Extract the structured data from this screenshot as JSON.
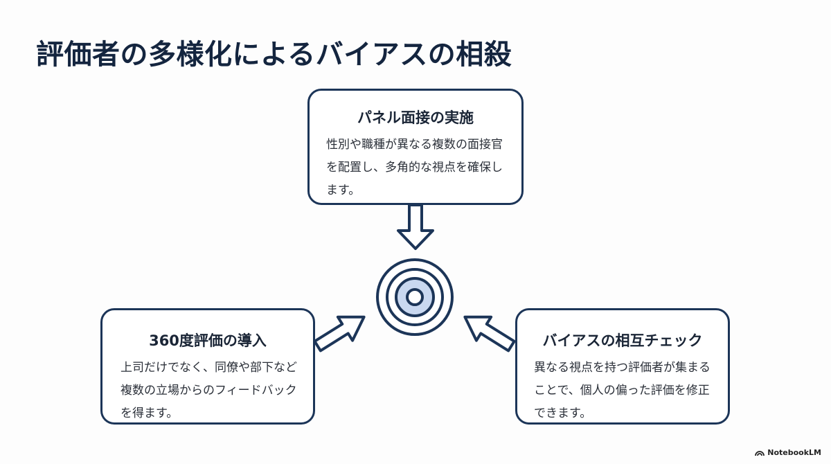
{
  "title": "評価者の多様化によるバイアスの相殺",
  "nodes": {
    "top": {
      "title": "パネル面接の実施",
      "text": "性別や職種が異なる複数の面接官を配置し、多角的な視点を確保します。"
    },
    "left": {
      "title": "360度評価の導入",
      "text": "上司だけでなく、同僚や部下など複数の立場からのフィードバックを得ます。"
    },
    "right": {
      "title": "バイアスの相互チェック",
      "text": "異なる視点を持つ評価者が集まることで、個人の偏った評価を修正できます。"
    }
  },
  "center_icon": "target-icon",
  "colors": {
    "navy": "#1c3558",
    "target_fill": "#c9d8f0"
  },
  "footer": {
    "brand": "NotebookLM",
    "icon": "notebooklm-logo-icon"
  }
}
